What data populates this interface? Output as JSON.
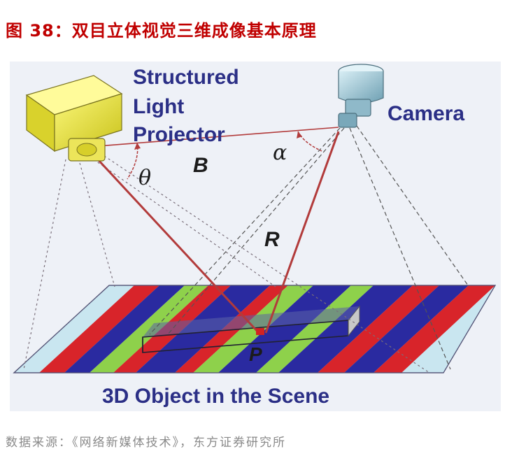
{
  "figure": {
    "title": "图 38：双目立体视觉三维成像基本原理",
    "source": "数据来源：《网络新媒体技术》，东方证券研究所"
  },
  "diagram": {
    "projector_label_lines": [
      "Structured",
      "Light",
      "Projector"
    ],
    "camera_label": "Camera",
    "baseline_label": "B",
    "range_label": "R",
    "angle_projector_label": "θ",
    "angle_camera_label": "α",
    "point_label": "P",
    "scene_label": "3D Object in the Scene",
    "colors": {
      "label_blue": "#2b2f86",
      "ray_red": "#b23b3b",
      "projector_yellow": "#e8e23a",
      "camera_blue": "#9fc6d6",
      "stripe_red": "#d8242a",
      "stripe_blue": "#2a2aa0",
      "stripe_green": "#8ed14b",
      "stripe_light": "#c9e6f0",
      "title_red": "#c00000"
    }
  }
}
